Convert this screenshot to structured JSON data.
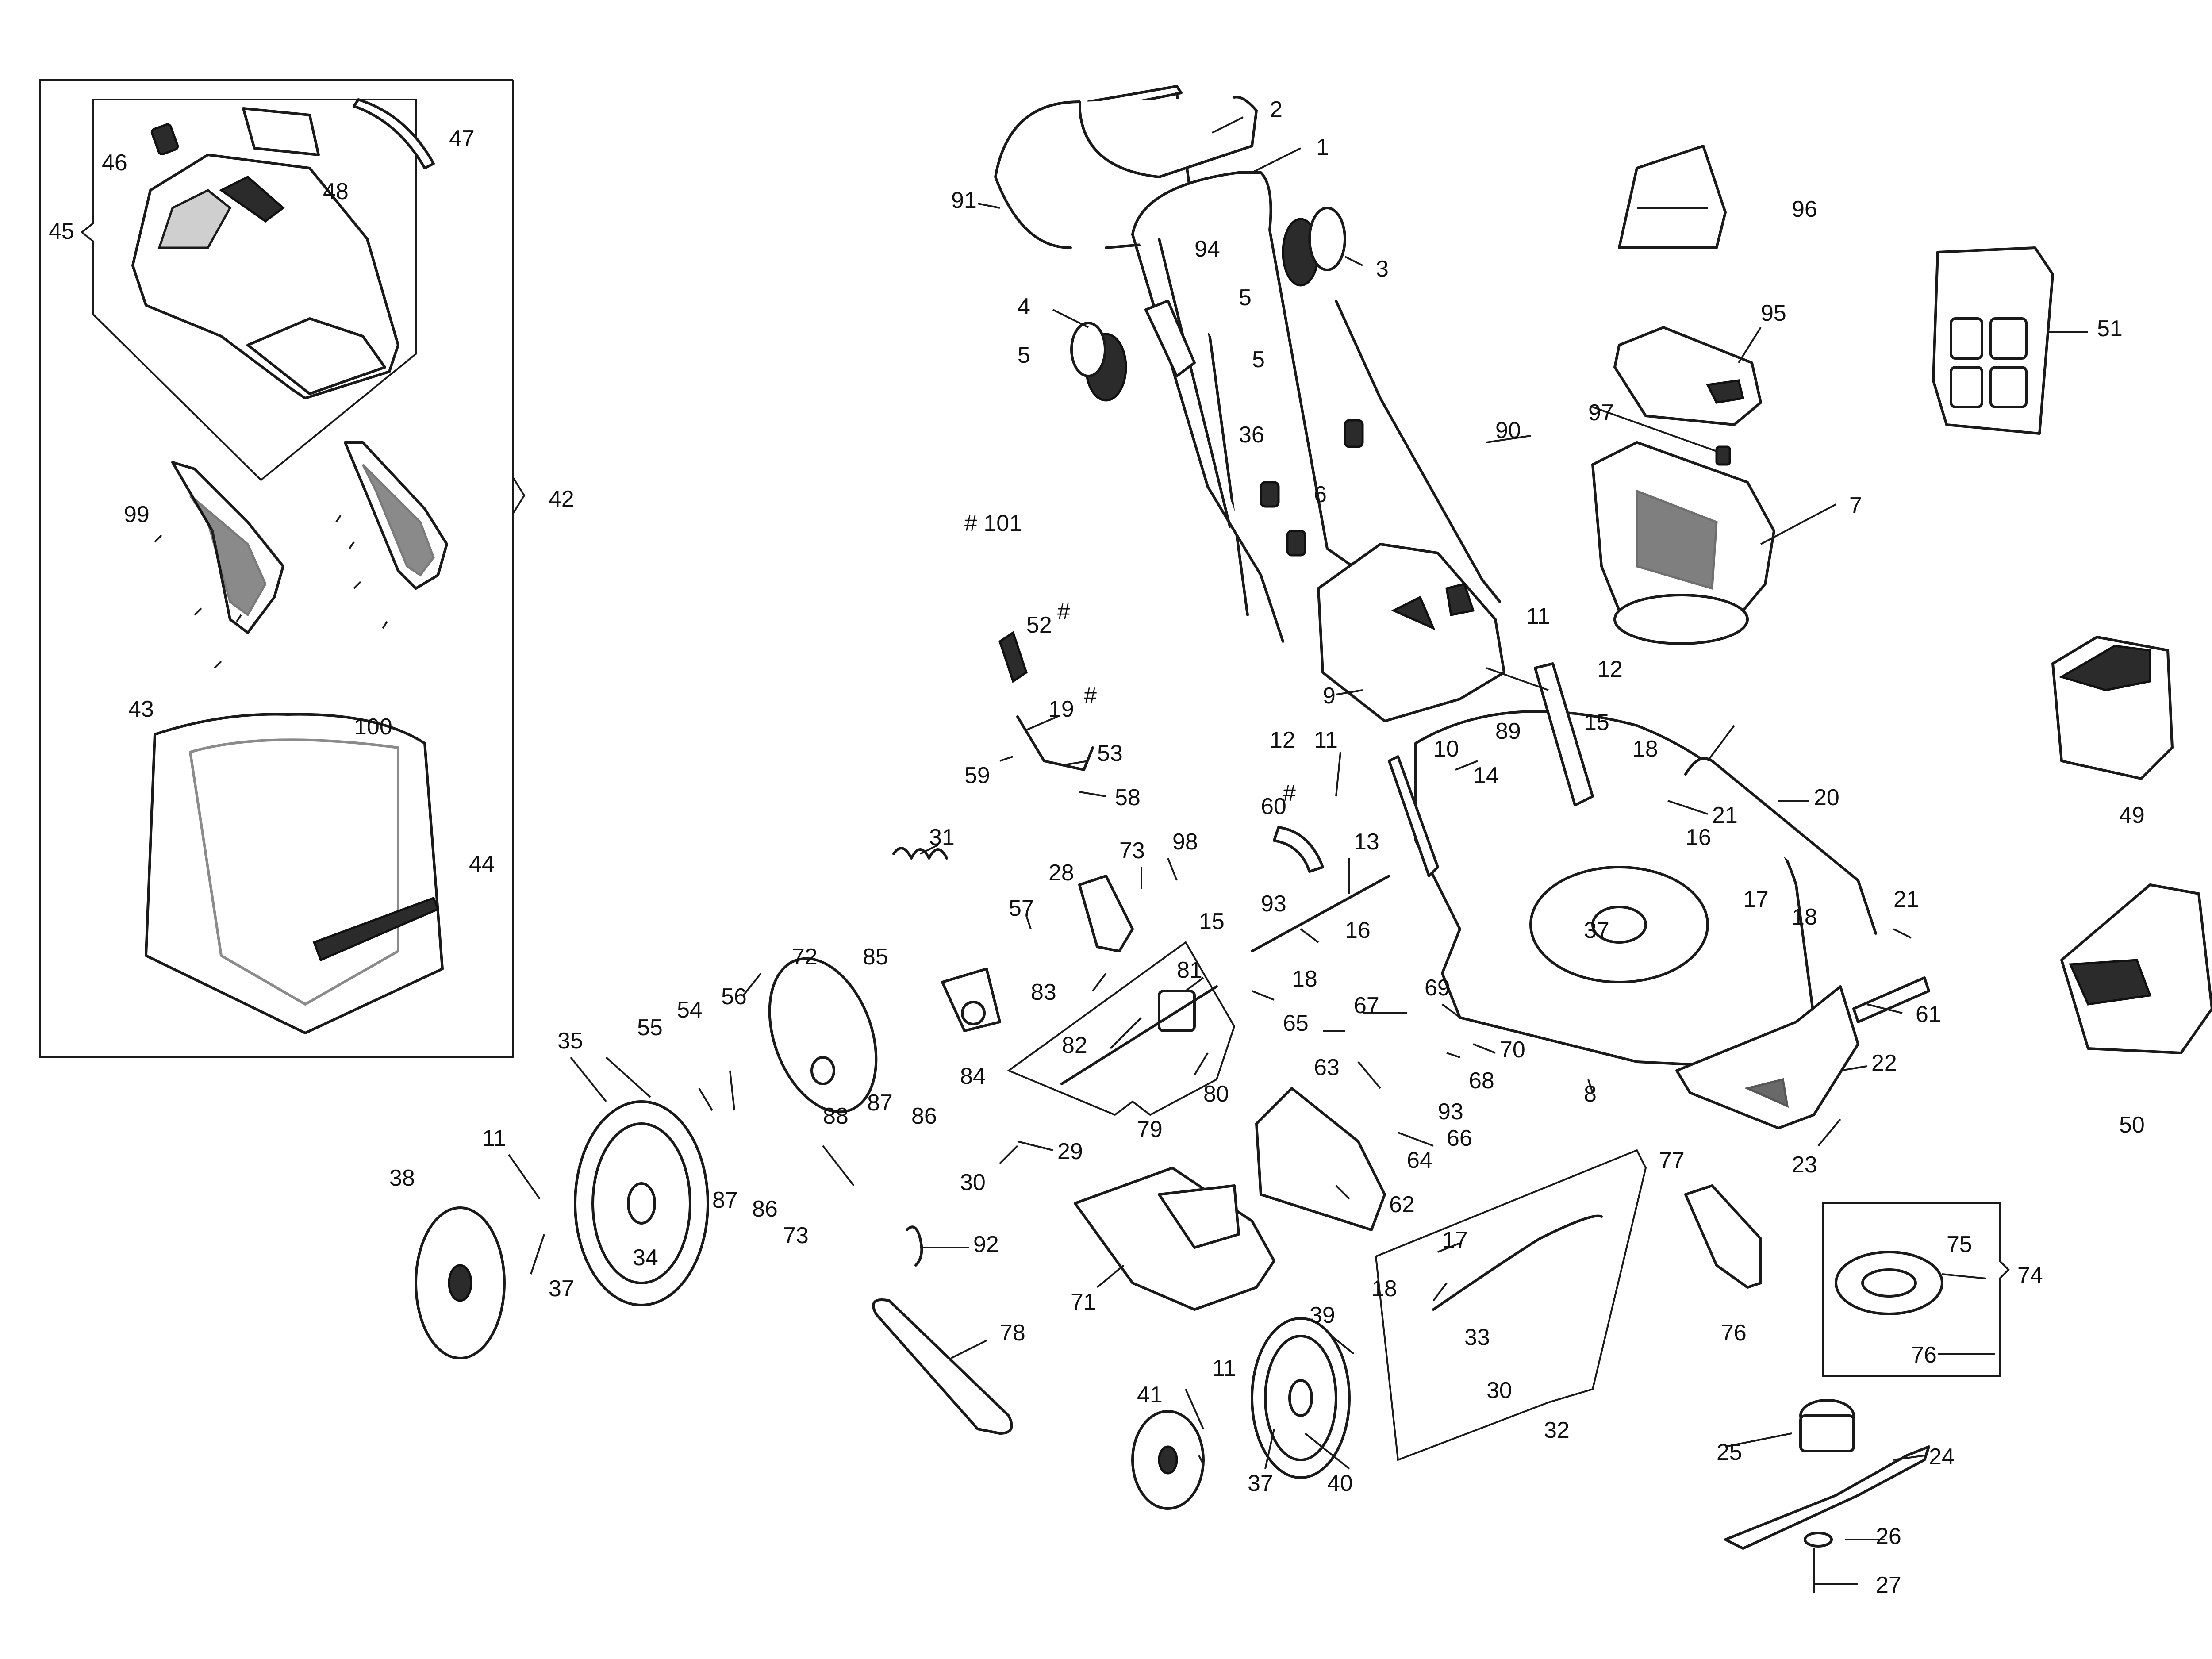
{
  "labels": [
    {
      "id": "l1",
      "text": "1"
    },
    {
      "id": "l2",
      "text": "2"
    },
    {
      "id": "l3",
      "text": "3"
    },
    {
      "id": "l4",
      "text": "4"
    },
    {
      "id": "l5a",
      "text": "5"
    },
    {
      "id": "l5b",
      "text": "5"
    },
    {
      "id": "l5c",
      "text": "5"
    },
    {
      "id": "l6",
      "text": "6"
    },
    {
      "id": "l7",
      "text": "7"
    },
    {
      "id": "l8",
      "text": "8"
    },
    {
      "id": "l9",
      "text": "9"
    },
    {
      "id": "l10",
      "text": "10"
    },
    {
      "id": "l11a",
      "text": "11"
    },
    {
      "id": "l11b",
      "text": "11"
    },
    {
      "id": "l11c",
      "text": "11"
    },
    {
      "id": "l11d",
      "text": "11"
    },
    {
      "id": "l12a",
      "text": "12"
    },
    {
      "id": "l12b",
      "text": "12"
    },
    {
      "id": "l13",
      "text": "13"
    },
    {
      "id": "l14",
      "text": "14"
    },
    {
      "id": "l15a",
      "text": "15"
    },
    {
      "id": "l15b",
      "text": "15"
    },
    {
      "id": "l16a",
      "text": "16"
    },
    {
      "id": "l16b",
      "text": "16"
    },
    {
      "id": "l17a",
      "text": "17"
    },
    {
      "id": "l17b",
      "text": "17"
    },
    {
      "id": "l18a",
      "text": "18"
    },
    {
      "id": "l18b",
      "text": "18"
    },
    {
      "id": "l18c",
      "text": "18"
    },
    {
      "id": "l18d",
      "text": "18"
    },
    {
      "id": "l19",
      "text": "19"
    },
    {
      "id": "l20",
      "text": "20"
    },
    {
      "id": "l21a",
      "text": "21"
    },
    {
      "id": "l21b",
      "text": "21"
    },
    {
      "id": "l22",
      "text": "22"
    },
    {
      "id": "l23",
      "text": "23"
    },
    {
      "id": "l24",
      "text": "24"
    },
    {
      "id": "l25",
      "text": "25"
    },
    {
      "id": "l26",
      "text": "26"
    },
    {
      "id": "l27",
      "text": "27"
    },
    {
      "id": "l28",
      "text": "28"
    },
    {
      "id": "l29",
      "text": "29"
    },
    {
      "id": "l30a",
      "text": "30"
    },
    {
      "id": "l30b",
      "text": "30"
    },
    {
      "id": "l31",
      "text": "31"
    },
    {
      "id": "l32",
      "text": "32"
    },
    {
      "id": "l33",
      "text": "33"
    },
    {
      "id": "l34",
      "text": "34"
    },
    {
      "id": "l35",
      "text": "35"
    },
    {
      "id": "l36",
      "text": "36"
    },
    {
      "id": "l37a",
      "text": "37"
    },
    {
      "id": "l37b",
      "text": "37"
    },
    {
      "id": "l37c",
      "text": "37"
    },
    {
      "id": "l38",
      "text": "38"
    },
    {
      "id": "l39",
      "text": "39"
    },
    {
      "id": "l40",
      "text": "40"
    },
    {
      "id": "l41",
      "text": "41"
    },
    {
      "id": "l42",
      "text": "42"
    },
    {
      "id": "l43",
      "text": "43"
    },
    {
      "id": "l44",
      "text": "44"
    },
    {
      "id": "l45",
      "text": "45"
    },
    {
      "id": "l46",
      "text": "46"
    },
    {
      "id": "l47",
      "text": "47"
    },
    {
      "id": "l48",
      "text": "48"
    },
    {
      "id": "l49",
      "text": "49"
    },
    {
      "id": "l50",
      "text": "50"
    },
    {
      "id": "l51",
      "text": "51"
    },
    {
      "id": "l52",
      "text": "52"
    },
    {
      "id": "l53",
      "text": "53"
    },
    {
      "id": "l54",
      "text": "54"
    },
    {
      "id": "l55",
      "text": "55"
    },
    {
      "id": "l56",
      "text": "56"
    },
    {
      "id": "l57",
      "text": "57"
    },
    {
      "id": "l58",
      "text": "58"
    },
    {
      "id": "l59",
      "text": "59"
    },
    {
      "id": "l60",
      "text": "60"
    },
    {
      "id": "l61",
      "text": "61"
    },
    {
      "id": "l62",
      "text": "62"
    },
    {
      "id": "l63",
      "text": "63"
    },
    {
      "id": "l64",
      "text": "64"
    },
    {
      "id": "l65",
      "text": "65"
    },
    {
      "id": "l66",
      "text": "66"
    },
    {
      "id": "l67",
      "text": "67"
    },
    {
      "id": "l68",
      "text": "68"
    },
    {
      "id": "l69",
      "text": "69"
    },
    {
      "id": "l70",
      "text": "70"
    },
    {
      "id": "l71",
      "text": "71"
    },
    {
      "id": "l72",
      "text": "72"
    },
    {
      "id": "l73a",
      "text": "73"
    },
    {
      "id": "l73b",
      "text": "73"
    },
    {
      "id": "l74",
      "text": "74"
    },
    {
      "id": "l75",
      "text": "75"
    },
    {
      "id": "l76a",
      "text": "76"
    },
    {
      "id": "l76b",
      "text": "76"
    },
    {
      "id": "l77",
      "text": "77"
    },
    {
      "id": "l78",
      "text": "78"
    },
    {
      "id": "l79",
      "text": "79"
    },
    {
      "id": "l80",
      "text": "80"
    },
    {
      "id": "l81",
      "text": "81"
    },
    {
      "id": "l82",
      "text": "82"
    },
    {
      "id": "l83",
      "text": "83"
    },
    {
      "id": "l84",
      "text": "84"
    },
    {
      "id": "l85",
      "text": "85"
    },
    {
      "id": "l86a",
      "text": "86"
    },
    {
      "id": "l86b",
      "text": "86"
    },
    {
      "id": "l87a",
      "text": "87"
    },
    {
      "id": "l87b",
      "text": "87"
    },
    {
      "id": "l88",
      "text": "88"
    },
    {
      "id": "l89",
      "text": "89"
    },
    {
      "id": "l90",
      "text": "90"
    },
    {
      "id": "l91",
      "text": "91"
    },
    {
      "id": "l92",
      "text": "92"
    },
    {
      "id": "l93a",
      "text": "93"
    },
    {
      "id": "l93b",
      "text": "93"
    },
    {
      "id": "l94",
      "text": "94"
    },
    {
      "id": "l95",
      "text": "95"
    },
    {
      "id": "l96",
      "text": "96"
    },
    {
      "id": "l97",
      "text": "97"
    },
    {
      "id": "l98",
      "text": "98"
    },
    {
      "id": "l99",
      "text": "99"
    },
    {
      "id": "l100",
      "text": "100"
    },
    {
      "id": "l101",
      "text": "# 101"
    }
  ],
  "hash_marks": {
    "h52": "#",
    "h19": "#",
    "h60": "#"
  }
}
